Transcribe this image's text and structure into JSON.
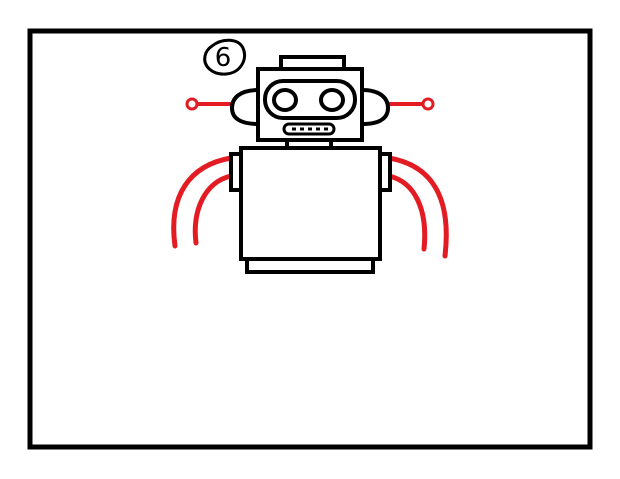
{
  "step": {
    "number": "6"
  },
  "colors": {
    "outline": "#000000",
    "highlight": "#e31b23",
    "background": "#ffffff"
  },
  "icons": {
    "step_badge": "circled-number",
    "figure": "robot-drawing"
  }
}
